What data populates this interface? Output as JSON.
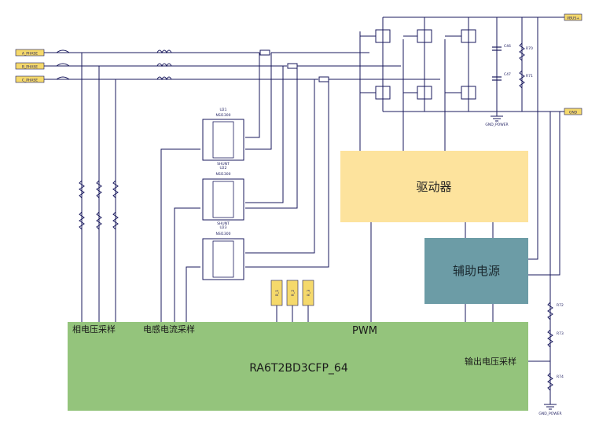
{
  "mcu": {
    "name": "RA6T2BD3CFP_64",
    "phase_voltage_label": "相电压采样",
    "inductor_current_label": "电感电流采样",
    "pwm_label": "PWM",
    "output_voltage_label": "输出电压采样"
  },
  "driver": {
    "label": "驱动器"
  },
  "aux_power": {
    "label": "辅助电源"
  },
  "inputs": [
    "A_PHASE",
    "B_PHASE",
    "C_PHASE"
  ],
  "outputs": {
    "pos": "VBUS+",
    "neg": "GND"
  },
  "sensors": [
    {
      "ref": "U21",
      "part": "NSI1300"
    },
    {
      "ref": "U22",
      "part": "NSI1300"
    },
    {
      "ref": "U23",
      "part": "NSI1300"
    }
  ],
  "sensor_sublabel": "SHUNT",
  "caps": [
    "C46",
    "C47"
  ],
  "dc_resistors": [
    "R70",
    "R71"
  ],
  "divider_resistors": [
    "R72",
    "R73",
    "R74"
  ],
  "ground_label": "GND_POWER",
  "small_parts": [
    "R_1",
    "R_2",
    "R_3"
  ],
  "colors": {
    "mcu": "#94c47c",
    "driver": "#fde39d",
    "aux": "#6c9ca6",
    "wire": "#1a1a5e",
    "io": "#f5d96b"
  }
}
